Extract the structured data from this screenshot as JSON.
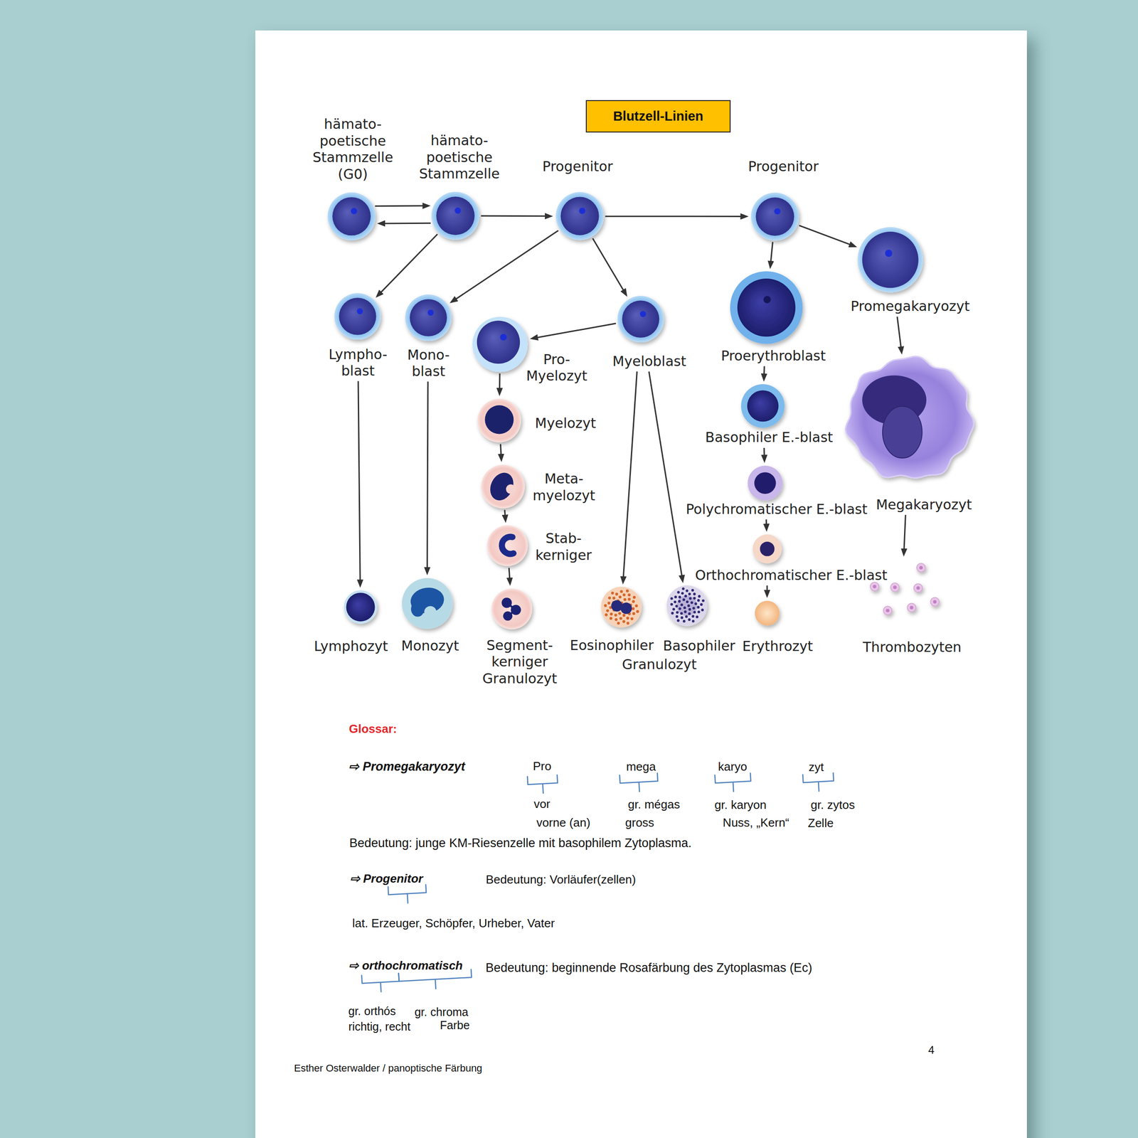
{
  "diagram": {
    "title": "Blutzell-Linien",
    "nodes": [
      {
        "text": [
          "hämato- poetische Stammzelle (G0)"
        ]
      },
      {
        "text": [
          "hämato- poetische Stammzelle"
        ]
      },
      {
        "text": [
          "Progenitor"
        ]
      },
      {
        "text": [
          "Progenitor"
        ]
      },
      {
        "text": [
          "Lympho- blast"
        ]
      },
      {
        "text": [
          "Mono- blast"
        ]
      },
      {
        "text": [
          "Pro- Myelozyt"
        ]
      },
      {
        "text": [
          "Myeloblast"
        ]
      },
      {
        "text": [
          "Proerythroblast"
        ]
      },
      {
        "text": [
          "Promegakaryozyt"
        ]
      },
      {
        "text": [
          "Myelozyt"
        ]
      },
      {
        "text": [
          "Basophiler E.-blast"
        ]
      },
      {
        "text": [
          "Meta- myelozyt"
        ]
      },
      {
        "text": [
          "Megakaryozyt"
        ]
      },
      {
        "text": [
          "Polychromatischer E.-blast"
        ]
      },
      {
        "text": [
          "Stab- kerniger"
        ]
      },
      {
        "text": [
          "Orthochromatischer E.-blast"
        ]
      },
      {
        "text": [
          "Lymphozyt"
        ]
      },
      {
        "text": [
          "Monozyt"
        ]
      },
      {
        "text": [
          "Segment- kerniger Granulozyt"
        ]
      },
      {
        "text": [
          "Eosinophiler"
        ]
      },
      {
        "text": [
          "Basophiler"
        ]
      },
      {
        "text": [
          "Erythrozyt"
        ]
      },
      {
        "text": [
          "Thrombozyten"
        ]
      }
    ],
    "edges": [
      {
        "from": 0,
        "to": 1,
        "arrow": "to"
      },
      {
        "from": 1,
        "to": 0,
        "arrow": "to"
      },
      {
        "from": 1,
        "to": 2,
        "arrow": "to"
      },
      {
        "from": 1,
        "to": 4,
        "arrow": "to"
      },
      {
        "from": 2,
        "to": 3,
        "arrow": "to"
      },
      {
        "from": 2,
        "to": 5,
        "arrow": "to"
      },
      {
        "from": 2,
        "to": 7,
        "arrow": "to"
      },
      {
        "from": 7,
        "to": 6,
        "arrow": "to"
      },
      {
        "from": 3,
        "to": 8,
        "arrow": "to"
      },
      {
        "from": 3,
        "to": 9,
        "arrow": "to"
      },
      {
        "from": 9,
        "to": 13,
        "arrow": "to"
      },
      {
        "from": 6,
        "to": 10,
        "arrow": "to"
      },
      {
        "from": 10,
        "to": 12,
        "arrow": "to"
      },
      {
        "from": 12,
        "to": 15,
        "arrow": "to"
      },
      {
        "from": 15,
        "to": 19,
        "arrow": "to"
      },
      {
        "from": 4,
        "to": 17,
        "arrow": "to"
      },
      {
        "from": 5,
        "to": 18,
        "arrow": "to"
      },
      {
        "from": 7,
        "to": 20,
        "arrow": "to"
      },
      {
        "from": 7,
        "to": 21,
        "arrow": "to"
      },
      {
        "from": 8,
        "to": 11,
        "arrow": "to"
      },
      {
        "from": 11,
        "to": 14,
        "arrow": "to"
      },
      {
        "from": 14,
        "to": 16,
        "arrow": "to"
      },
      {
        "from": 16,
        "to": 22,
        "arrow": "to"
      },
      {
        "from": 13,
        "to": 23,
        "arrow": "to"
      }
    ],
    "labels": [
      "Granulozyt",
      "Glossar:",
      "⇨ Promegakaryozyt",
      "Pro",
      "vor",
      "vorne (an)",
      "mega",
      "gr. mégas",
      "gross",
      "karyo",
      "gr. karyon",
      "Nuss, „Kern“",
      "zyt",
      "gr. zytos",
      "Zelle",
      "Bedeutung: junge KM-Riesenzelle mit basophilem Zytoplasma.",
      "⇨ Progenitor",
      "Bedeutung: Vorläufer(zellen)",
      "lat. Erzeuger, Schöpfer, Urheber, Vater",
      "⇨ orthochromatisch",
      "Bedeutung: beginnende Rosafärbung des Zytoplasmas (Ec)",
      "gr. orthós",
      "richtig, recht",
      "gr. chroma",
      "Farbe",
      "Esther Osterwalder / panoptische Färbung",
      "4"
    ]
  }
}
